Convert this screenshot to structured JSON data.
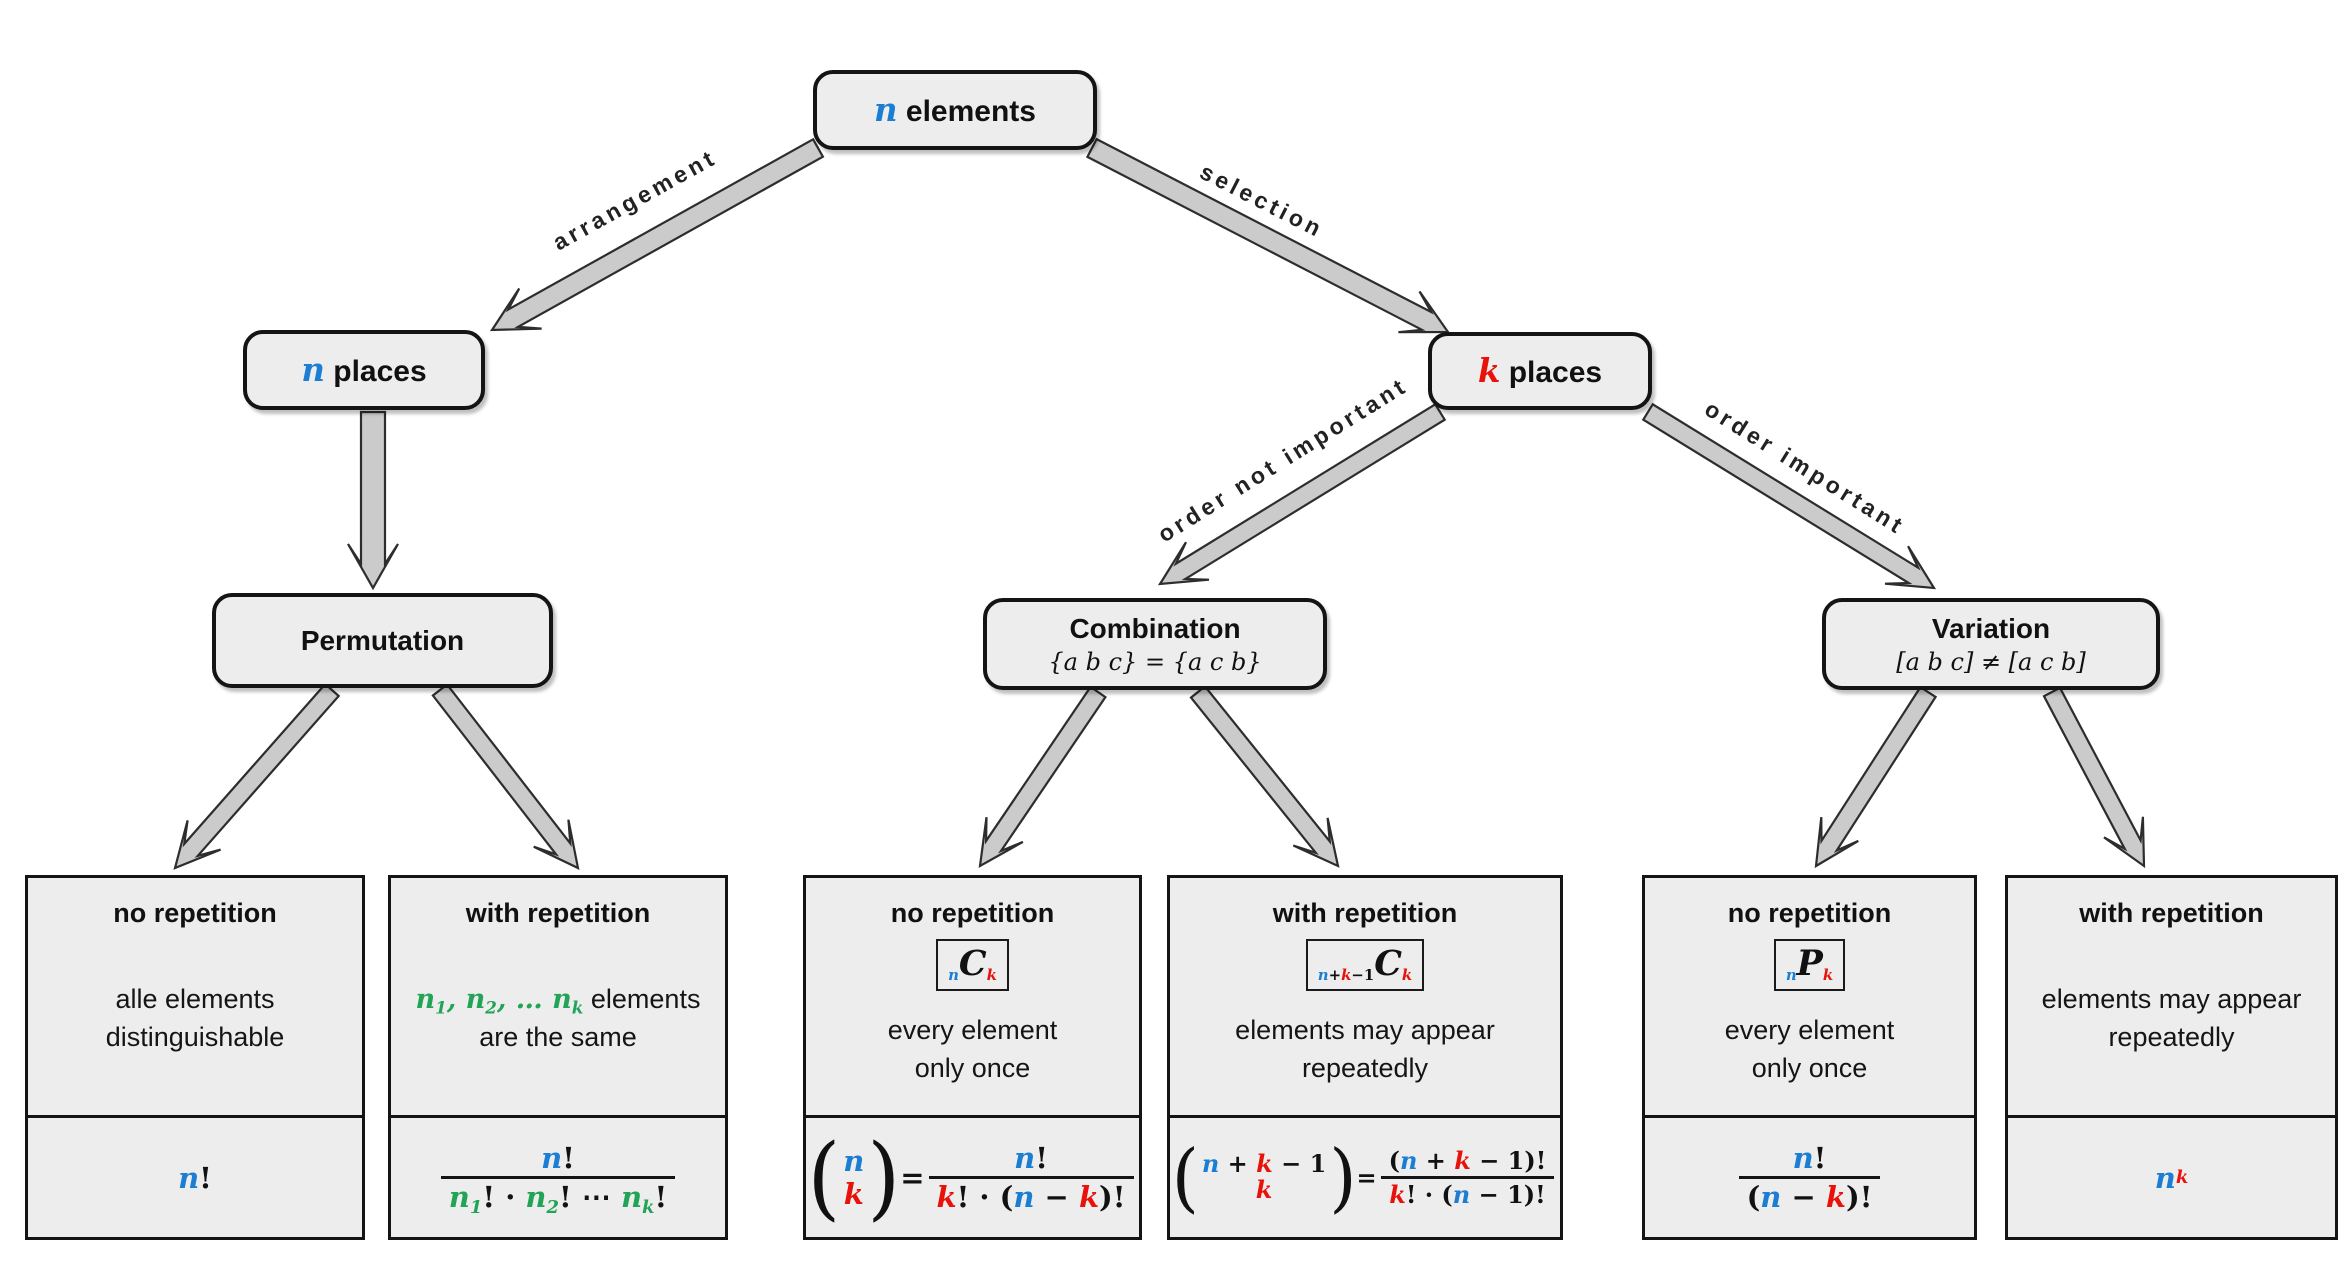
{
  "colors": {
    "blue": "#1b7ed3",
    "red": "#e8120b",
    "green": "#21a456",
    "black": "#1a1a1a"
  },
  "nodes": {
    "root": {
      "label": [
        {
          "t": "n",
          "c": "blue",
          "m": true
        },
        {
          "t": " elements"
        }
      ]
    },
    "n_places": {
      "label": [
        {
          "t": "n",
          "c": "blue",
          "m": true
        },
        {
          "t": " places"
        }
      ]
    },
    "k_places": {
      "label": [
        {
          "t": "k",
          "c": "red",
          "m": true
        },
        {
          "t": " places"
        }
      ]
    },
    "permutation": {
      "title": "Permutation"
    },
    "combination": {
      "title": "Combination",
      "subtitle": "{a b c} = {a c b}"
    },
    "variation": {
      "title": "Variation",
      "subtitle": "[a b c] ≠ [a c b]"
    }
  },
  "edges": {
    "arrangement": "arrangement",
    "selection": "selection",
    "order_not_important": "order not important",
    "order_important": "order important"
  },
  "leaves": [
    {
      "id": "permutation-no-repetition",
      "title": "no repetition",
      "badge": null,
      "desc": [
        [
          {
            "t": "alle elements"
          }
        ],
        [
          {
            "t": "distinguishable"
          }
        ]
      ],
      "formula": [
        {
          "t": "n",
          "c": "blue",
          "m": true
        },
        {
          "t": "!"
        }
      ]
    },
    {
      "id": "permutation-with-repetition",
      "title": "with repetition",
      "badge": null,
      "desc": [
        [
          {
            "t": "n",
            "c": "green",
            "m": true
          },
          {
            "t": "1",
            "c": "green",
            "m": true,
            "sub": true
          },
          {
            "t": ", ",
            "c": "green",
            "m": true
          },
          {
            "t": "n",
            "c": "green",
            "m": true
          },
          {
            "t": "2",
            "c": "green",
            "m": true,
            "sub": true
          },
          {
            "t": ", … ",
            "c": "green",
            "m": true
          },
          {
            "t": "n",
            "c": "green",
            "m": true
          },
          {
            "t": "k",
            "c": "green",
            "m": true,
            "sub": true
          },
          {
            "t": " elements"
          }
        ],
        [
          {
            "t": "are the same"
          }
        ]
      ],
      "formula": [
        {
          "frac": {
            "num": [
              {
                "t": "n",
                "c": "blue",
                "m": true
              },
              {
                "t": "!"
              }
            ],
            "den": [
              {
                "t": "n",
                "c": "green",
                "m": true
              },
              {
                "t": "1",
                "c": "green",
                "m": true,
                "sub": true
              },
              {
                "t": "! · "
              },
              {
                "t": "n",
                "c": "green",
                "m": true
              },
              {
                "t": "2",
                "c": "green",
                "m": true,
                "sub": true
              },
              {
                "t": "! ⋯ "
              },
              {
                "t": "n",
                "c": "green",
                "m": true
              },
              {
                "t": "k",
                "c": "green",
                "m": true,
                "sub": true
              },
              {
                "t": "!"
              }
            ]
          }
        }
      ]
    },
    {
      "id": "combination-no-repetition",
      "title": "no repetition",
      "badge": [
        {
          "t": "n",
          "c": "blue",
          "m": true,
          "sub": true
        },
        {
          "t": "C",
          "m": true,
          "big": true
        },
        {
          "t": "k",
          "c": "red",
          "m": true,
          "sub": true
        }
      ],
      "desc": [
        [
          {
            "t": "every element"
          }
        ],
        [
          {
            "t": "only once"
          }
        ]
      ],
      "formula": [
        {
          "binom": {
            "top": [
              {
                "t": "n",
                "c": "blue",
                "m": true
              }
            ],
            "bot": [
              {
                "t": "k",
                "c": "red",
                "m": true
              }
            ]
          }
        },
        {
          "t": " = "
        },
        {
          "frac": {
            "num": [
              {
                "t": "n",
                "c": "blue",
                "m": true
              },
              {
                "t": "!"
              }
            ],
            "den": [
              {
                "t": "k",
                "c": "red",
                "m": true
              },
              {
                "t": "! · ("
              },
              {
                "t": "n",
                "c": "blue",
                "m": true
              },
              {
                "t": " − "
              },
              {
                "t": "k",
                "c": "red",
                "m": true
              },
              {
                "t": ")!"
              }
            ]
          }
        }
      ]
    },
    {
      "id": "combination-with-repetition",
      "title": "with repetition",
      "badge": [
        {
          "t": "n",
          "c": "blue",
          "m": true,
          "sub": true
        },
        {
          "t": "+",
          "sub": true
        },
        {
          "t": "k",
          "c": "red",
          "m": true,
          "sub": true
        },
        {
          "t": "−1",
          "sub": true
        },
        {
          "t": "C",
          "m": true,
          "big": true
        },
        {
          "t": "k",
          "c": "red",
          "m": true,
          "sub": true
        }
      ],
      "desc": [
        [
          {
            "t": "elements may appear"
          }
        ],
        [
          {
            "t": "repeatedly"
          }
        ]
      ],
      "formula": [
        {
          "binom": {
            "top": [
              {
                "t": "n",
                "c": "blue",
                "m": true
              },
              {
                "t": " + "
              },
              {
                "t": "k",
                "c": "red",
                "m": true
              },
              {
                "t": " − 1"
              }
            ],
            "bot": [
              {
                "t": "k",
                "c": "red",
                "m": true
              }
            ]
          }
        },
        {
          "t": " = "
        },
        {
          "frac": {
            "num": [
              {
                "t": "("
              },
              {
                "t": "n",
                "c": "blue",
                "m": true
              },
              {
                "t": " + "
              },
              {
                "t": "k",
                "c": "red",
                "m": true
              },
              {
                "t": " − 1)!"
              }
            ],
            "den": [
              {
                "t": "k",
                "c": "red",
                "m": true
              },
              {
                "t": "! · ("
              },
              {
                "t": "n",
                "c": "blue",
                "m": true
              },
              {
                "t": " − 1)!"
              }
            ]
          }
        }
      ]
    },
    {
      "id": "variation-no-repetition",
      "title": "no repetition",
      "badge": [
        {
          "t": "n",
          "c": "blue",
          "m": true,
          "sub": true
        },
        {
          "t": "P",
          "m": true,
          "big": true
        },
        {
          "t": "k",
          "c": "red",
          "m": true,
          "sub": true
        }
      ],
      "desc": [
        [
          {
            "t": "every element"
          }
        ],
        [
          {
            "t": "only once"
          }
        ]
      ],
      "formula": [
        {
          "frac": {
            "num": [
              {
                "t": "n",
                "c": "blue",
                "m": true
              },
              {
                "t": "!"
              }
            ],
            "den": [
              {
                "t": "("
              },
              {
                "t": "n",
                "c": "blue",
                "m": true
              },
              {
                "t": " − "
              },
              {
                "t": "k",
                "c": "red",
                "m": true
              },
              {
                "t": ")!"
              }
            ]
          }
        }
      ]
    },
    {
      "id": "variation-with-repetition",
      "title": "with repetition",
      "badge": null,
      "desc": [
        [
          {
            "t": "elements may appear"
          }
        ],
        [
          {
            "t": "repeatedly"
          }
        ]
      ],
      "formula": [
        {
          "t": "n",
          "c": "blue",
          "m": true
        },
        {
          "t": "k",
          "c": "red",
          "m": true,
          "sup": true
        }
      ]
    }
  ]
}
